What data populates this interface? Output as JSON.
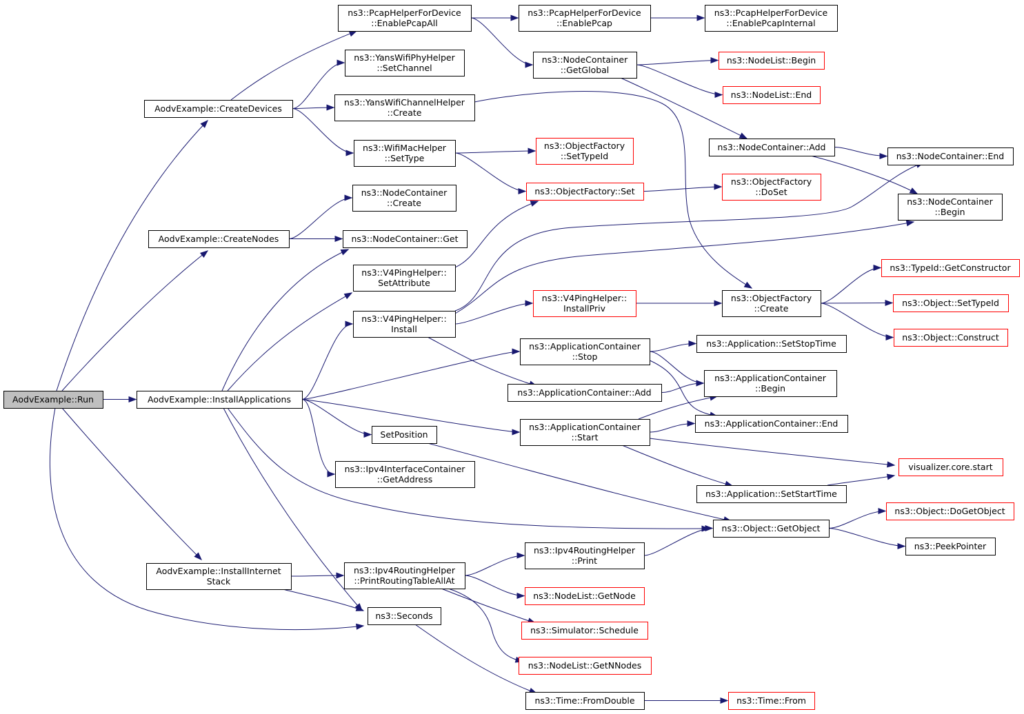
{
  "nodes": [
    {
      "id": "run",
      "lines": [
        "AodvExample::Run"
      ],
      "style": "root"
    },
    {
      "id": "createDevices",
      "lines": [
        "AodvExample::CreateDevices"
      ],
      "style": "normal"
    },
    {
      "id": "createNodes",
      "lines": [
        "AodvExample::CreateNodes"
      ],
      "style": "normal"
    },
    {
      "id": "installApps",
      "lines": [
        "AodvExample::InstallApplications"
      ],
      "style": "normal"
    },
    {
      "id": "installInternet",
      "lines": [
        "AodvExample::InstallInternet",
        "Stack"
      ],
      "style": "normal"
    },
    {
      "id": "pcapAll",
      "lines": [
        "ns3::PcapHelperForDevice",
        "::EnablePcapAll"
      ],
      "style": "normal"
    },
    {
      "id": "yansPhySet",
      "lines": [
        "ns3::YansWifiPhyHelper",
        "::SetChannel"
      ],
      "style": "normal"
    },
    {
      "id": "yansChanCreate",
      "lines": [
        "ns3::YansWifiChannelHelper",
        "::Create"
      ],
      "style": "normal"
    },
    {
      "id": "wifiMacSetType",
      "lines": [
        "ns3::WifiMacHelper",
        "::SetType"
      ],
      "style": "normal"
    },
    {
      "id": "ncCreate",
      "lines": [
        "ns3::NodeContainer",
        "::Create"
      ],
      "style": "normal"
    },
    {
      "id": "ncGet",
      "lines": [
        "ns3::NodeContainer::Get"
      ],
      "style": "normal"
    },
    {
      "id": "v4SetAttr",
      "lines": [
        "ns3::V4PingHelper::",
        "SetAttribute"
      ],
      "style": "normal"
    },
    {
      "id": "v4Install",
      "lines": [
        "ns3::V4PingHelper::",
        "Install"
      ],
      "style": "normal"
    },
    {
      "id": "setPosition",
      "lines": [
        "SetPosition"
      ],
      "style": "normal"
    },
    {
      "id": "ipv4GetAddr",
      "lines": [
        "ns3::Ipv4InterfaceContainer",
        "::GetAddress"
      ],
      "style": "normal"
    },
    {
      "id": "ipv4PrintAllAt",
      "lines": [
        "ns3::Ipv4RoutingHelper",
        "::PrintRoutingTableAllAt"
      ],
      "style": "normal"
    },
    {
      "id": "seconds",
      "lines": [
        "ns3::Seconds"
      ],
      "style": "normal"
    },
    {
      "id": "pcapEnable",
      "lines": [
        "ns3::PcapHelperForDevice",
        "::EnablePcap"
      ],
      "style": "normal"
    },
    {
      "id": "ncGetGlobal",
      "lines": [
        "ns3::NodeContainer",
        "::GetGlobal"
      ],
      "style": "normal"
    },
    {
      "id": "ofSetTypeId",
      "lines": [
        "ns3::ObjectFactory",
        "::SetTypeId"
      ],
      "style": "red"
    },
    {
      "id": "ofSet",
      "lines": [
        "ns3::ObjectFactory::Set"
      ],
      "style": "red"
    },
    {
      "id": "v4InstallPriv",
      "lines": [
        "ns3::V4PingHelper::",
        "InstallPriv"
      ],
      "style": "red"
    },
    {
      "id": "acStop",
      "lines": [
        "ns3::ApplicationContainer",
        "::Stop"
      ],
      "style": "normal"
    },
    {
      "id": "acAdd",
      "lines": [
        "ns3::ApplicationContainer::Add"
      ],
      "style": "normal"
    },
    {
      "id": "acStart",
      "lines": [
        "ns3::ApplicationContainer",
        "::Start"
      ],
      "style": "normal"
    },
    {
      "id": "ipv4Print",
      "lines": [
        "ns3::Ipv4RoutingHelper",
        "::Print"
      ],
      "style": "normal"
    },
    {
      "id": "nlGetNode",
      "lines": [
        "ns3::NodeList::GetNode"
      ],
      "style": "red"
    },
    {
      "id": "simSchedule",
      "lines": [
        "ns3::Simulator::Schedule"
      ],
      "style": "red"
    },
    {
      "id": "nlGetN",
      "lines": [
        "ns3::NodeList::GetNNodes"
      ],
      "style": "red"
    },
    {
      "id": "timeFromDouble",
      "lines": [
        "ns3::Time::FromDouble"
      ],
      "style": "normal"
    },
    {
      "id": "pcapInternal",
      "lines": [
        "ns3::PcapHelperForDevice",
        "::EnablePcapInternal"
      ],
      "style": "normal"
    },
    {
      "id": "nlBegin",
      "lines": [
        "ns3::NodeList::Begin"
      ],
      "style": "red"
    },
    {
      "id": "nlEnd",
      "lines": [
        "ns3::NodeList::End"
      ],
      "style": "red"
    },
    {
      "id": "ncAdd",
      "lines": [
        "ns3::NodeContainer::Add"
      ],
      "style": "normal"
    },
    {
      "id": "ofDoSet",
      "lines": [
        "ns3::ObjectFactory",
        "::DoSet"
      ],
      "style": "red"
    },
    {
      "id": "ofCreate",
      "lines": [
        "ns3::ObjectFactory",
        "::Create"
      ],
      "style": "normal"
    },
    {
      "id": "appSetStop",
      "lines": [
        "ns3::Application::SetStopTime"
      ],
      "style": "normal"
    },
    {
      "id": "acBegin",
      "lines": [
        "ns3::ApplicationContainer",
        "::Begin"
      ],
      "style": "normal"
    },
    {
      "id": "acEnd",
      "lines": [
        "ns3::ApplicationContainer::End"
      ],
      "style": "normal"
    },
    {
      "id": "appSetStart",
      "lines": [
        "ns3::Application::SetStartTime"
      ],
      "style": "normal"
    },
    {
      "id": "objGetObject",
      "lines": [
        "ns3::Object::GetObject"
      ],
      "style": "normal"
    },
    {
      "id": "timeFrom",
      "lines": [
        "ns3::Time::From"
      ],
      "style": "red"
    },
    {
      "id": "ncEnd",
      "lines": [
        "ns3::NodeContainer::End"
      ],
      "style": "normal"
    },
    {
      "id": "ncBegin",
      "lines": [
        "ns3::NodeContainer",
        "::Begin"
      ],
      "style": "normal"
    },
    {
      "id": "tidGetCtor",
      "lines": [
        "ns3::TypeId::GetConstructor"
      ],
      "style": "red"
    },
    {
      "id": "objSetTypeId",
      "lines": [
        "ns3::Object::SetTypeId"
      ],
      "style": "red"
    },
    {
      "id": "objConstruct",
      "lines": [
        "ns3::Object::Construct"
      ],
      "style": "red"
    },
    {
      "id": "vizStart",
      "lines": [
        "visualizer.core.start"
      ],
      "style": "red"
    },
    {
      "id": "objDoGetObject",
      "lines": [
        "ns3::Object::DoGetObject"
      ],
      "style": "red"
    },
    {
      "id": "peekPointer",
      "lines": [
        "ns3::PeekPointer"
      ],
      "style": "normal"
    }
  ],
  "edges": [
    {
      "from": "run",
      "to": "createDevices"
    },
    {
      "from": "run",
      "to": "createNodes"
    },
    {
      "from": "run",
      "to": "installApps"
    },
    {
      "from": "run",
      "to": "installInternet"
    },
    {
      "from": "run",
      "to": "seconds"
    },
    {
      "from": "createDevices",
      "to": "pcapAll"
    },
    {
      "from": "createDevices",
      "to": "yansPhySet"
    },
    {
      "from": "createDevices",
      "to": "yansChanCreate"
    },
    {
      "from": "createDevices",
      "to": "wifiMacSetType"
    },
    {
      "from": "createNodes",
      "to": "ncCreate"
    },
    {
      "from": "createNodes",
      "to": "ncGet"
    },
    {
      "from": "installApps",
      "to": "ncGet"
    },
    {
      "from": "installApps",
      "to": "v4SetAttr"
    },
    {
      "from": "installApps",
      "to": "v4Install"
    },
    {
      "from": "installApps",
      "to": "acStop"
    },
    {
      "from": "installApps",
      "to": "acStart"
    },
    {
      "from": "installApps",
      "to": "setPosition"
    },
    {
      "from": "installApps",
      "to": "ipv4GetAddr"
    },
    {
      "from": "installApps",
      "to": "objGetObject"
    },
    {
      "from": "installApps",
      "to": "seconds"
    },
    {
      "from": "installInternet",
      "to": "ipv4PrintAllAt"
    },
    {
      "from": "installInternet",
      "to": "seconds"
    },
    {
      "from": "pcapAll",
      "to": "pcapEnable"
    },
    {
      "from": "pcapAll",
      "to": "ncGetGlobal"
    },
    {
      "from": "pcapEnable",
      "to": "pcapInternal"
    },
    {
      "from": "ncGetGlobal",
      "to": "nlBegin"
    },
    {
      "from": "ncGetGlobal",
      "to": "nlEnd"
    },
    {
      "from": "ncGetGlobal",
      "to": "ncAdd"
    },
    {
      "from": "yansChanCreate",
      "to": "ofCreate"
    },
    {
      "from": "wifiMacSetType",
      "to": "ofSetTypeId"
    },
    {
      "from": "wifiMacSetType",
      "to": "ofSet"
    },
    {
      "from": "v4SetAttr",
      "to": "ofSet"
    },
    {
      "from": "ofSet",
      "to": "ofDoSet"
    },
    {
      "from": "ncAdd",
      "to": "ncEnd"
    },
    {
      "from": "ncAdd",
      "to": "ncBegin"
    },
    {
      "from": "v4Install",
      "to": "ncEnd"
    },
    {
      "from": "v4Install",
      "to": "ncBegin"
    },
    {
      "from": "v4Install",
      "to": "v4InstallPriv"
    },
    {
      "from": "v4Install",
      "to": "acAdd"
    },
    {
      "from": "v4InstallPriv",
      "to": "ofCreate"
    },
    {
      "from": "ofCreate",
      "to": "tidGetCtor"
    },
    {
      "from": "ofCreate",
      "to": "objSetTypeId"
    },
    {
      "from": "ofCreate",
      "to": "objConstruct"
    },
    {
      "from": "acStop",
      "to": "appSetStop"
    },
    {
      "from": "acStop",
      "to": "acBegin"
    },
    {
      "from": "acStop",
      "to": "acEnd"
    },
    {
      "from": "acAdd",
      "to": "acBegin"
    },
    {
      "from": "acStart",
      "to": "acBegin"
    },
    {
      "from": "acStart",
      "to": "acEnd"
    },
    {
      "from": "acStart",
      "to": "vizStart"
    },
    {
      "from": "acStart",
      "to": "appSetStart"
    },
    {
      "from": "appSetStart",
      "to": "vizStart"
    },
    {
      "from": "setPosition",
      "to": "objGetObject"
    },
    {
      "from": "objGetObject",
      "to": "objDoGetObject"
    },
    {
      "from": "objGetObject",
      "to": "peekPointer"
    },
    {
      "from": "ipv4PrintAllAt",
      "to": "ipv4Print"
    },
    {
      "from": "ipv4PrintAllAt",
      "to": "nlGetNode"
    },
    {
      "from": "ipv4PrintAllAt",
      "to": "simSchedule"
    },
    {
      "from": "ipv4PrintAllAt",
      "to": "nlGetN"
    },
    {
      "from": "ipv4Print",
      "to": "objGetObject"
    },
    {
      "from": "seconds",
      "to": "timeFromDouble"
    },
    {
      "from": "timeFromDouble",
      "to": "timeFrom"
    }
  ]
}
